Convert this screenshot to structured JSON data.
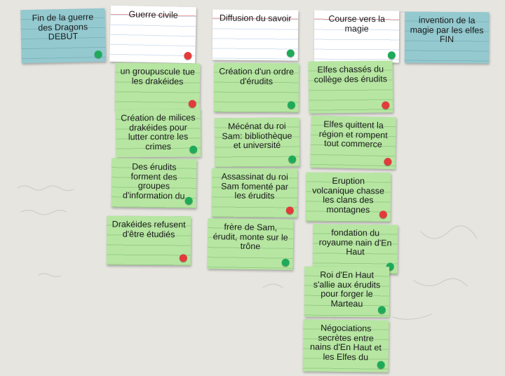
{
  "colors": {
    "dot_green": "#1faa5a",
    "dot_red": "#e23b3b"
  },
  "cards": [
    {
      "id": "card-fin-guerre-debut",
      "text": "Fin de la guerre des Dragons DEBUT",
      "color": "blue",
      "dot": "green"
    },
    {
      "id": "card-invention-magie-fin",
      "text": "invention de la magie par les elfes FIN",
      "color": "blue",
      "dot": null
    },
    {
      "id": "header-guerre-civile",
      "text": "Guerre civile",
      "color": "white",
      "dot": "red"
    },
    {
      "id": "header-diffusion-savoir",
      "text": "Diffusion du savoir",
      "color": "white",
      "dot": "green"
    },
    {
      "id": "header-course-magie",
      "text": "Course vers la magie",
      "color": "white",
      "dot": "green"
    },
    {
      "id": "card-groupuscule",
      "text": "un groupuscule tue les drakéides",
      "color": "green",
      "dot": "red"
    },
    {
      "id": "card-milices",
      "text": "Création de milices drakéides pour lutter contre les crimes",
      "color": "green",
      "dot": "green"
    },
    {
      "id": "card-erudits-groupes",
      "text": "Des érudits forment des groupes d'information du",
      "color": "green",
      "dot": "green"
    },
    {
      "id": "card-drakeides-refusent",
      "text": "Drakéides refusent d'être étudiés",
      "color": "green",
      "dot": "red"
    },
    {
      "id": "card-ordre-erudits",
      "text": "Création d'un ordre d'érudits",
      "color": "green",
      "dot": "green"
    },
    {
      "id": "card-mecenat",
      "text": "Mécénat du roi Sam: bibliothèque et université",
      "color": "green",
      "dot": "green"
    },
    {
      "id": "card-assassinat",
      "text": "Assassinat du roi Sam fomenté par les érudits",
      "color": "green",
      "dot": "red"
    },
    {
      "id": "card-frere-sam",
      "text": "frère de Sam, érudit, monte sur le trône",
      "color": "green",
      "dot": "green"
    },
    {
      "id": "card-elfes-chasses",
      "text": "Elfes chassés du collège des érudits",
      "color": "green",
      "dot": "red"
    },
    {
      "id": "card-elfes-quittent",
      "text": "Elfes quittent la région et rompent tout commerce",
      "color": "green",
      "dot": "red"
    },
    {
      "id": "card-eruption",
      "text": "Eruption volcanique chasse les clans des montagnes",
      "color": "green",
      "dot": "red"
    },
    {
      "id": "card-fondation-royaume",
      "text": "fondation du royaume nain d'En Haut",
      "color": "green",
      "dot": "green"
    },
    {
      "id": "card-roi-en-haut",
      "text": "Roi d'En Haut s'allie aux érudits pour forger le Marteau",
      "color": "green",
      "dot": "green"
    },
    {
      "id": "card-negociations",
      "text": "Négociations secrètes entre nains d'En Haut et les Elfes du",
      "color": "green",
      "dot": "green"
    }
  ]
}
